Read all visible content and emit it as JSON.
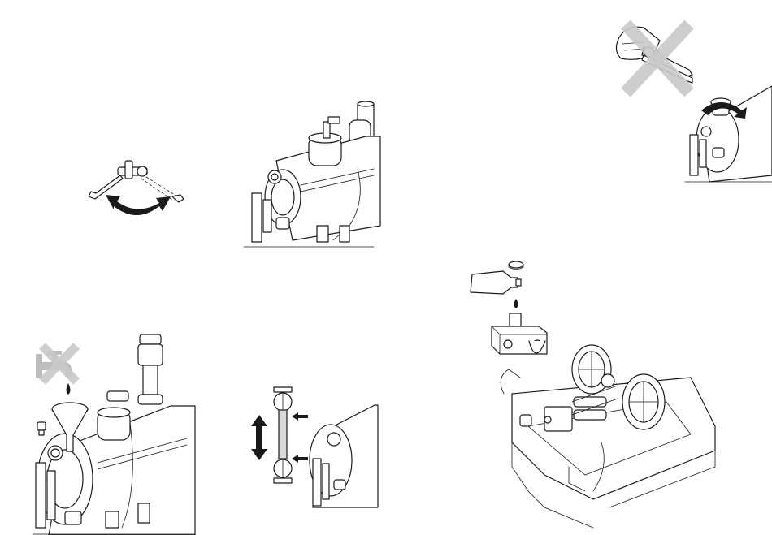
{
  "page": {
    "title": "",
    "text_blocks": []
  },
  "colors": {
    "ink": "#1a1a1a",
    "background": "#ffffff",
    "prohibited_cross": "#c9c9c9",
    "sight_glass": "#d9d9d9"
  },
  "figures": [
    {
      "id": "spanner-adjust",
      "icon": "double-spanner-with-rotation-arrow"
    },
    {
      "id": "boiler-top-view",
      "icon": "boiler-with-fittings"
    },
    {
      "id": "no-pliers-warning",
      "icon": "hand-pliers-crossed-out"
    },
    {
      "id": "safety-valve-turn",
      "icon": "valve-with-curved-arrow"
    },
    {
      "id": "oil-fill",
      "icon": "oil-bottle-and-cap"
    },
    {
      "id": "no-tap-water-warning",
      "icon": "tap-crossed-out"
    },
    {
      "id": "water-funnel-fill",
      "icon": "funnel-into-boiler"
    },
    {
      "id": "sight-glass-level",
      "icon": "water-gauge-with-arrows"
    },
    {
      "id": "engine-overview",
      "icon": "steam-engine-with-flywheels"
    }
  ]
}
